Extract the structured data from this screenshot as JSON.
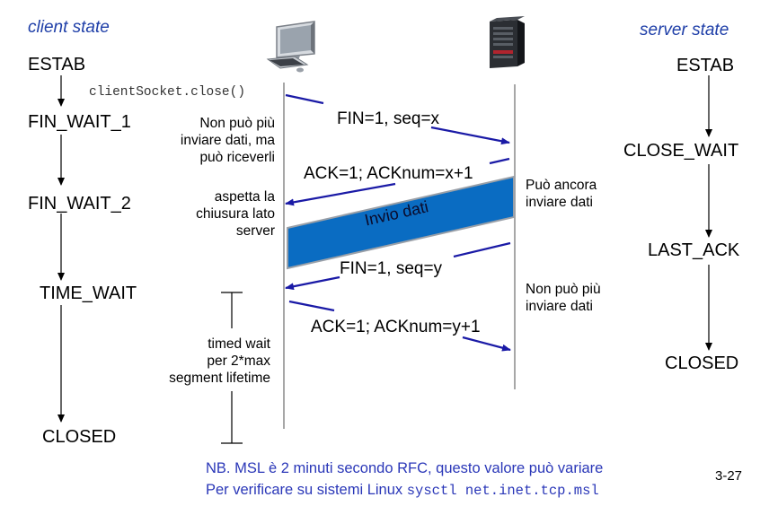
{
  "client": {
    "header": "client state",
    "states": [
      "ESTAB",
      "FIN_WAIT_1",
      "FIN_WAIT_2",
      "TIME_WAIT",
      "CLOSED"
    ],
    "call": "clientSocket.close()",
    "notes": {
      "no_send": [
        "Non può più",
        "inviare dati, ma",
        "può riceverli"
      ],
      "wait_close": [
        "aspetta la",
        "chiusura lato",
        "server"
      ],
      "timed_wait": [
        "timed wait",
        "per 2*max",
        "segment lifetime"
      ]
    }
  },
  "server": {
    "header": "server state",
    "states": [
      "ESTAB",
      "CLOSE_WAIT",
      "LAST_ACK",
      "CLOSED"
    ],
    "notes": {
      "can_send": [
        "Può ancora",
        "inviare dati"
      ],
      "no_send": [
        "Non può più",
        "inviare dati"
      ]
    }
  },
  "messages": {
    "fin1": "FIN=1, seq=x",
    "ack1": "ACK=1; ACKnum=x+1",
    "data": "Invio dati",
    "fin2": "FIN=1, seq=y",
    "ack2": "ACK=1; ACKnum=y+1"
  },
  "footer": {
    "line1": "NB. MSL è 2 minuti secondo RFC, questo valore può variare",
    "line2_text": "Per verificare su sistemi Linux ",
    "line2_cmd": "sysctl net.inet.tcp.msl"
  },
  "slide_number": "3-27",
  "icons": {
    "client": "desktop-computer-icon",
    "server": "server-tower-icon"
  },
  "colors": {
    "header": "#1f3fa8",
    "arrow": "#1a1aa6",
    "data_band": "#0a6cc2",
    "footer": "#2a37b8"
  }
}
